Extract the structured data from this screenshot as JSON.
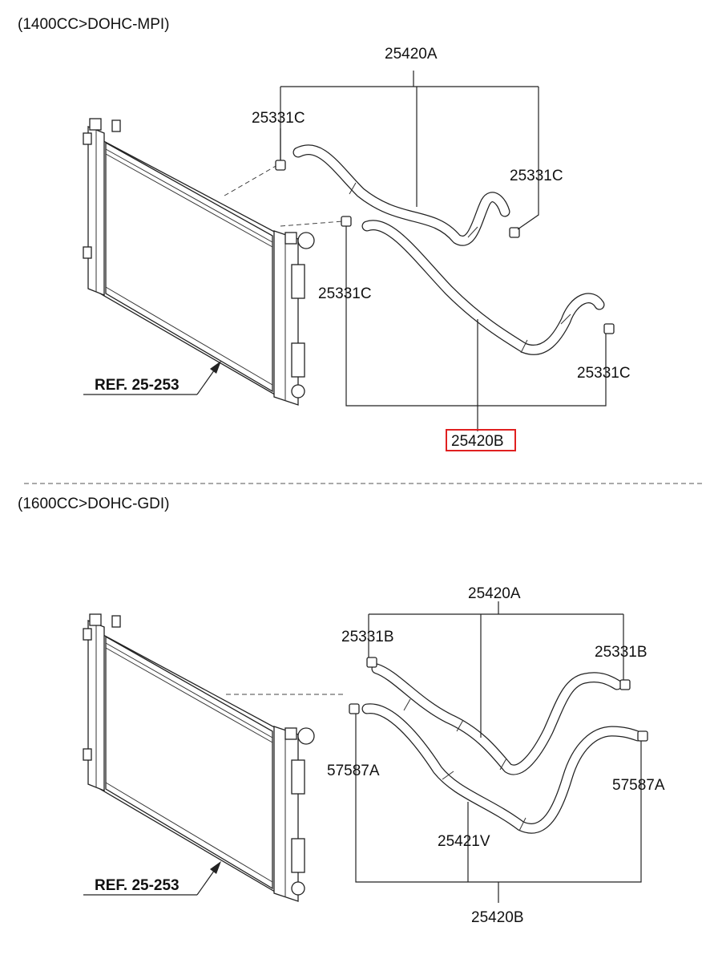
{
  "sections": [
    {
      "title": "(1400CC>DOHC-MPI)",
      "labels": {
        "assembly_top": "25420A",
        "clip_upper_left": "25331C",
        "clip_upper_right": "25331C",
        "clip_lower_left": "25331C",
        "clip_lower_right": "25331C",
        "assembly_bottom": "25420B",
        "reference": "REF. 25-253"
      },
      "highlight": "25420B",
      "highlight_color": "#e02020"
    },
    {
      "title": "(1600CC>DOHC-GDI)",
      "labels": {
        "assembly_top": "25420A",
        "clip_upper_left": "25331B",
        "clip_upper_right": "25331B",
        "clip_lower_left": "57587A",
        "clip_lower_right": "57587A",
        "hose_lower": "25421V",
        "assembly_bottom": "25420B",
        "reference": "REF. 25-253"
      }
    }
  ]
}
